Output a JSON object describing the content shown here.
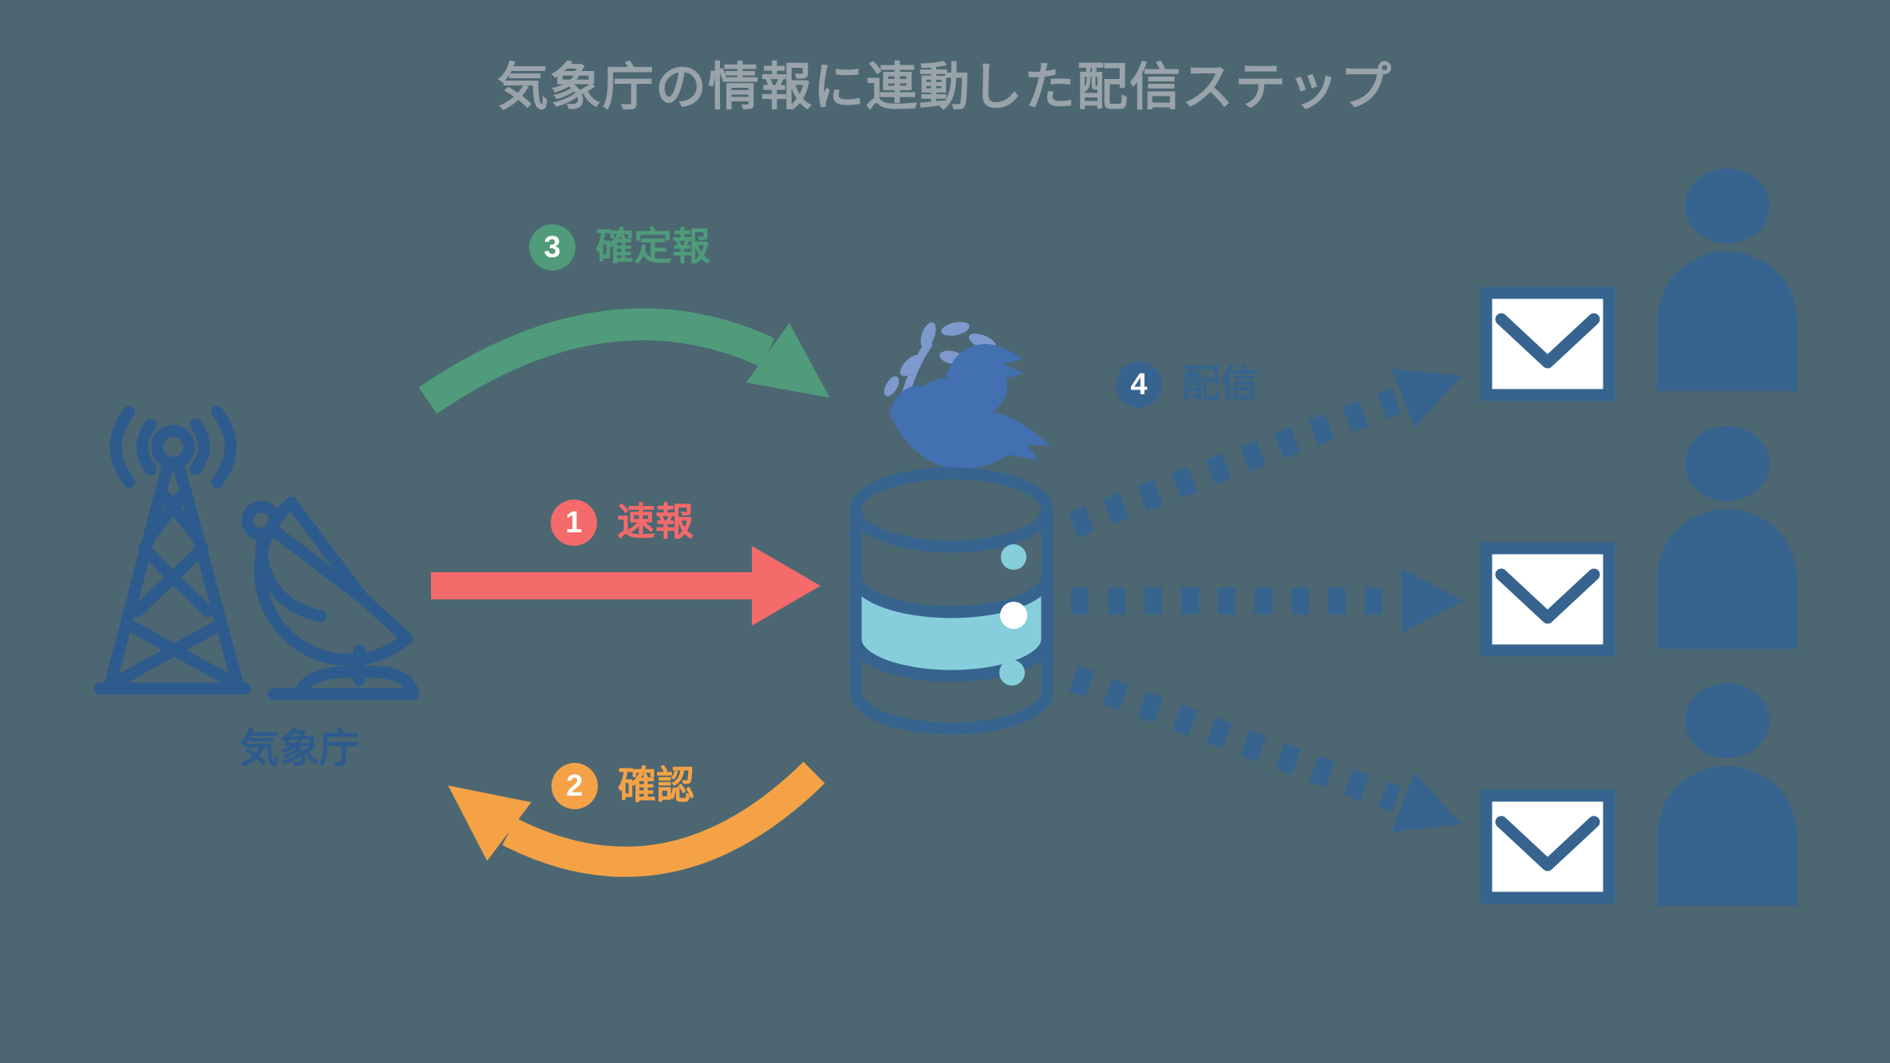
{
  "title": "気象庁の情報に連動した配信ステップ",
  "source": {
    "label": "気象庁"
  },
  "steps": [
    {
      "number": "1",
      "label": "速報",
      "color": "#F56A6A"
    },
    {
      "number": "2",
      "label": "確認",
      "color": "#F5A246"
    },
    {
      "number": "3",
      "label": "確定報",
      "color": "#4F9B7B"
    },
    {
      "number": "4",
      "label": "配信",
      "color": "#36648F"
    }
  ],
  "recipients": {
    "rows": 3
  },
  "colors": {
    "background": "#4C6771",
    "title_text": "#9AA3AA",
    "diagram_blue": "#36648F",
    "outline_blue": "#2E5B8E",
    "accent_teal": "#87CEDC",
    "dove_blue": "#4270B0",
    "branch_blue": "#7E99CE",
    "step1_red": "#F56A6A",
    "step2_orange": "#F5A246",
    "step3_green": "#4F9B7B",
    "step4_blue": "#36648F"
  }
}
